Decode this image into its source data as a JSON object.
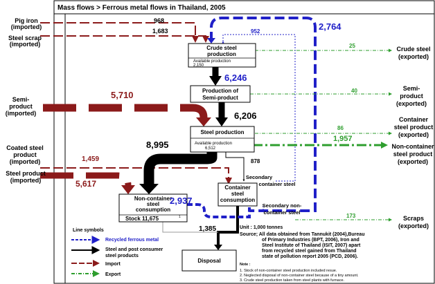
{
  "title": "Mass flows > Ferrous metal flows in Thailand, 2005",
  "colors": {
    "import": "#8b1a1a",
    "recycled": "#2020c8",
    "steel": "#000000",
    "export": "#2e9e2e"
  },
  "inputs": {
    "pig_iron": [
      "Pig iron",
      "(imported)"
    ],
    "steel_scrap": [
      "Steel scrap",
      "(imported)"
    ],
    "semi_product": [
      "Semi-",
      "product",
      "(imported)"
    ],
    "coated_steel": [
      "Coated steel",
      "product",
      "(imported)"
    ],
    "steel_product": [
      "Steel product",
      "(imported)"
    ]
  },
  "outputs": {
    "crude_steel": [
      "Crude steel",
      "(exported)"
    ],
    "semi_product": [
      "Semi-",
      "product",
      "(exported)"
    ],
    "container": [
      "Container",
      "steel product",
      "(exported)"
    ],
    "non_container": [
      "Non-container",
      "steel product",
      "(exported)"
    ],
    "scraps": [
      "Scraps",
      "(exported)"
    ]
  },
  "boxes": {
    "crude": [
      "Crude steel",
      "production"
    ],
    "crude_sub": [
      "Available production",
      "2,150"
    ],
    "semi": [
      "Production of",
      "Semi-product"
    ],
    "steel": [
      "Steel production"
    ],
    "steel_sub": [
      "Available production",
      "6,512"
    ],
    "noncont": [
      "Non-container",
      "steel",
      "consumption"
    ],
    "noncont_stock": "Stock 11,675",
    "noncont_stock_sup": "1",
    "cont": [
      "Container",
      "steel",
      "consumption"
    ],
    "disposal": "Disposal"
  },
  "values": {
    "pig_iron": "968",
    "steel_scrap": "1,683",
    "recycled_top": "952",
    "recycled_big": "2,764",
    "crude_export": "25",
    "crude_to_semi": "6,246",
    "semi_export": "40",
    "semi_import": "5,710",
    "semi_to_steel": "6,206",
    "container_export": "86",
    "noncontainer_export": "1,957",
    "steel_to_noncont": "8,995",
    "steel_to_cont": "878",
    "coated_import": "1,459",
    "steel_import": "5,617",
    "noncont_recycled": "2,937",
    "disposal": "1,385",
    "scrap_export": "173"
  },
  "annotations": {
    "secondary_container": [
      "Secondary",
      "container steel"
    ],
    "secondary_noncontainer": [
      "Secondary non-",
      "container steel"
    ],
    "unit": "Unit : 1,000 tonnes",
    "source": [
      "Source; All data obtained from Tannukit (2004),Bureau",
      "of Primary Industries (BPT, 2006), Iron and",
      "Steel Institute of Thailand (ISIT, 2007) apart",
      "from recycled steel gained from Thailand",
      "state of pollution report 2005 (PCD, 2006)."
    ],
    "note_title": "Note :",
    "notes": [
      "1. Stock of non-container steel production included resue.",
      "2. Neglected disposal of non-container steel because of a tiny amount.",
      "3. Crude steel production taken from steel plants with furnace."
    ]
  },
  "legend": {
    "title": "Line symbols",
    "recycled": "Recycled ferrous metal",
    "steel": [
      "Steel and post consumer",
      "steel products"
    ],
    "import": "Import",
    "export": "Export"
  }
}
